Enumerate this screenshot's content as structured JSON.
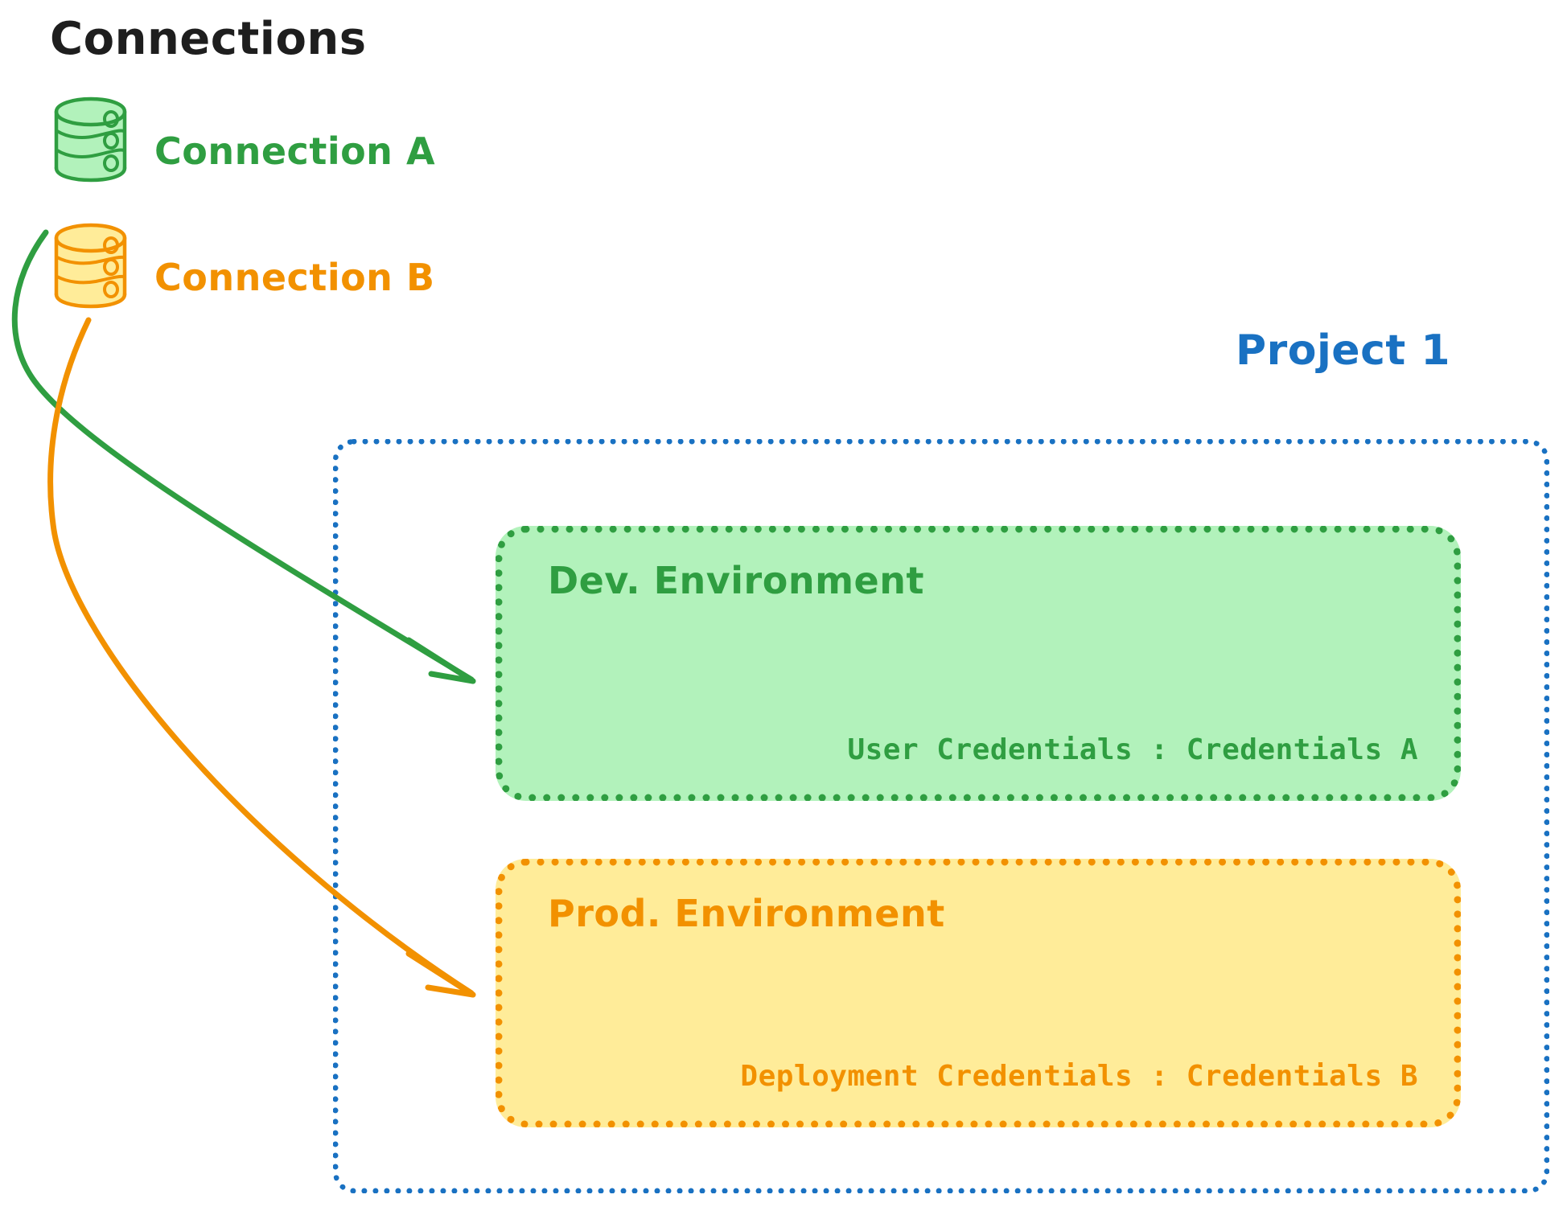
{
  "heading": "Connections",
  "connections": [
    {
      "id": "connection-a",
      "label": "Connection A",
      "icon": "database-icon",
      "color": "#2f9e41"
    },
    {
      "id": "connection-b",
      "label": "Connection B",
      "icon": "database-icon",
      "color": "#f29100"
    }
  ],
  "project": {
    "label": "Project 1",
    "color": "#1971c2",
    "environments": [
      {
        "id": "dev-environment",
        "title": "Dev. Environment",
        "credentials_label": "User Credentials : Credentials A",
        "border_color": "#2f9e41",
        "fill_color": "#b2f2bb"
      },
      {
        "id": "prod-environment",
        "title": "Prod. Environment",
        "credentials_label": "Deployment Credentials : Credentials B",
        "border_color": "#f29100",
        "fill_color": "#ffec99"
      }
    ]
  },
  "arrows": [
    {
      "id": "arrow-connection-a-to-dev",
      "from": "connection-a",
      "to": "dev-environment",
      "color": "#2f9e41"
    },
    {
      "id": "arrow-connection-b-to-prod",
      "from": "connection-b",
      "to": "prod-environment",
      "color": "#f29100"
    }
  ]
}
